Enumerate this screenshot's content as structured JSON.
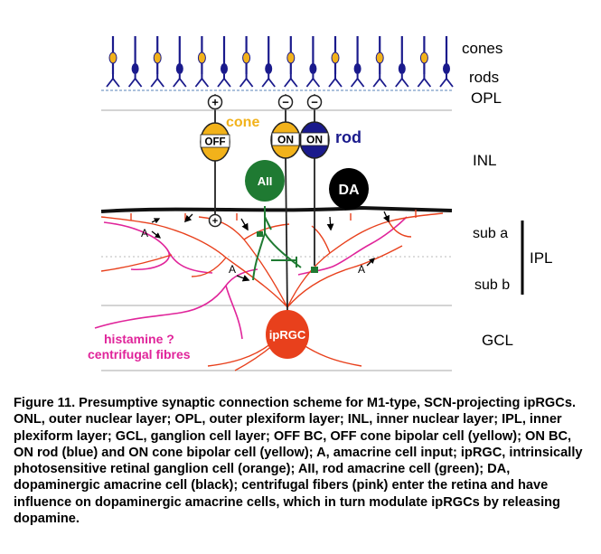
{
  "layers": {
    "cones": "cones",
    "rods": "rods",
    "opl": "OPL",
    "inl": "INL",
    "sub_a": "sub a",
    "ipl": "IPL",
    "sub_b": "sub b",
    "gcl": "GCL"
  },
  "cells": {
    "off": "OFF",
    "on_cone": "ON",
    "on_rod": "ON",
    "aii": "AII",
    "da": "DA",
    "iprgc": "ipRGC"
  },
  "labels": {
    "cone": "cone",
    "rod": "rod",
    "amacrine_1": "A",
    "amacrine_2": "A",
    "amacrine_3": "A",
    "histamine": "histamine ?",
    "centrifugal": "centrifugal fibres"
  },
  "signs": {
    "off_top": "+",
    "on_cone_top": "−",
    "on_rod_top": "−",
    "off_bottom": "+"
  },
  "colors": {
    "photoreceptor_blue": "#1a1a8c",
    "cone_yellow": "#f2b21a",
    "rod_blue": "#1a1a8c",
    "aii_green": "#1f7a32",
    "iprgc_orange": "#e8401c",
    "centrifugal_pink": "#e0249a",
    "da_black": "#000000"
  },
  "caption": "Figure 11. Presumptive synaptic connection scheme for M1-type, SCN-projecting ipRGCs. ONL, outer nuclear layer; OPL, outer plexiform layer; INL, inner nuclear layer; IPL, inner plexiform layer; GCL, ganglion cell layer; OFF BC, OFF cone bipolar cell (yellow); ON BC, ON rod (blue) and ON cone bipolar cell (yellow); A, amacrine cell input; ipRGC, intrinsically photosensitive retinal ganglion cell (orange); AII, rod amacrine cell (green); DA, dopaminergic amacrine cell (black); centrifugal fibers (pink) enter the retina and have influence on dopaminergic amacrine cells, which in turn modulate ipRGCs by releasing dopamine."
}
